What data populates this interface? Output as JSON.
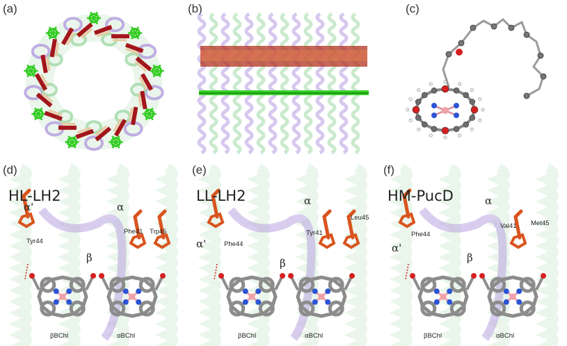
{
  "panel_labels": [
    "(a)",
    "(b)",
    "(c)",
    "(d)",
    "(e)",
    "(f)"
  ],
  "panel_d": {
    "title": "HL-LH2",
    "alpha_prime": "α'",
    "alpha": "α",
    "beta": "β",
    "res1": "Tyr44",
    "res2": "Phe41",
    "res3": "Trp45",
    "bchl_beta": "βBChl",
    "bchl_alpha": "αBChl"
  },
  "panel_e": {
    "title": "LL-LH2",
    "alpha_prime": "α'",
    "alpha": "α",
    "beta": "β",
    "res1": "Phe44",
    "res2": "Tyr41",
    "res3": "Leu45",
    "bchl_beta": "βBChl",
    "bchl_alpha": "αBChl"
  },
  "panel_f": {
    "title": "HM-PucD",
    "alpha_prime": "α'",
    "alpha": "α",
    "beta": "β",
    "res1": "Phe44",
    "res2": "Val41",
    "res3": "Met45",
    "bchl_beta": "βBChl",
    "bchl_alpha": "αBChl"
  },
  "colors": {
    "helix_green": "#9fd8a6",
    "helix_purple": "#b49be0",
    "bchl_gray": "#8c8c8c",
    "nitrogen_blue": "#2c54d6",
    "magnesium_pink": "#f0a0a8",
    "oxygen_red": "#d62020",
    "residue_orange": "#d9541e",
    "carotenoid_green": "#33cc22",
    "ring_red": "#a3161b"
  }
}
